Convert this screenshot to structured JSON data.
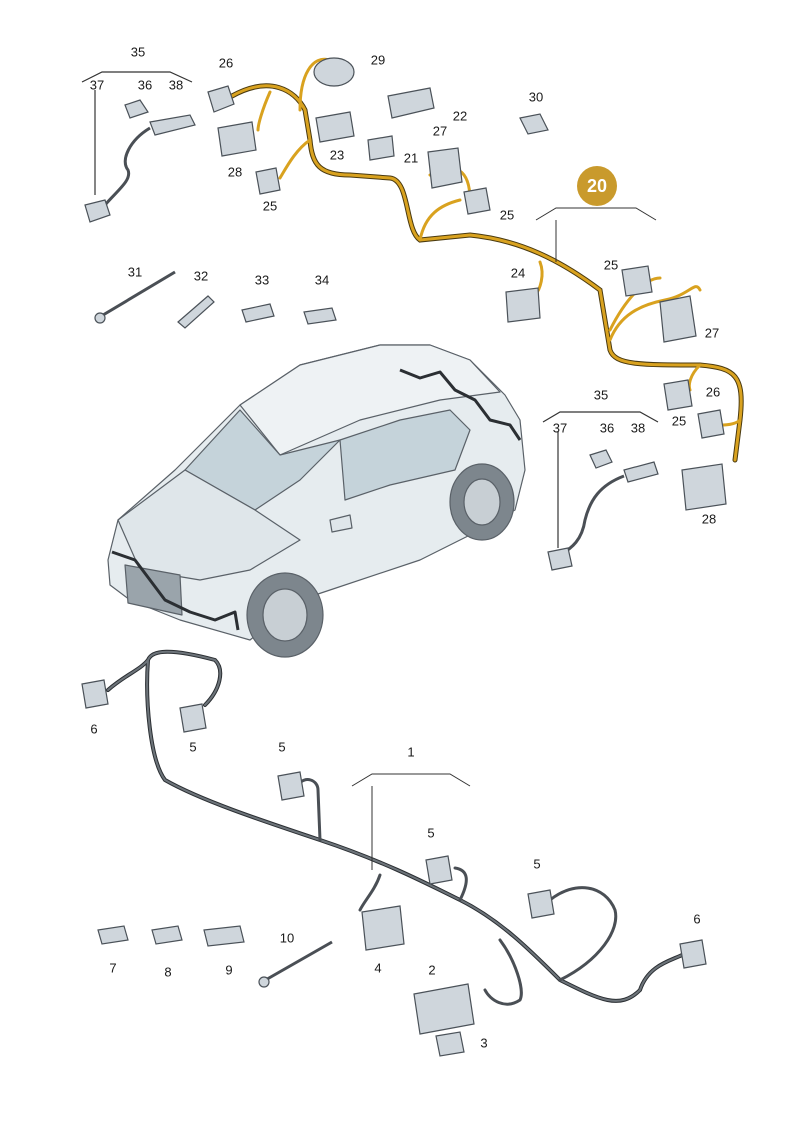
{
  "colors": {
    "highlight_harness": "#d9a21f",
    "highlight_badge": "#c99a2c",
    "harness": "#4a4f55",
    "part_fill": "#cfd6dc",
    "part_stroke": "#4b5259",
    "car_body": "#e6ecef",
    "car_glass": "#c5d3da",
    "line": "#333333"
  },
  "badge": {
    "text": "20"
  },
  "labels": {
    "l1": "1",
    "l2": "2",
    "l3": "3",
    "l4": "4",
    "l5a": "5",
    "l5b": "5",
    "l5c": "5",
    "l5d": "5",
    "l6a": "6",
    "l6b": "6",
    "l7": "7",
    "l8": "8",
    "l9": "9",
    "l10": "10",
    "l21": "21",
    "l22": "22",
    "l23": "23",
    "l24": "24",
    "l25a": "25",
    "l25b": "25",
    "l25c": "25",
    "l25d": "25",
    "l26a": "26",
    "l26b": "26",
    "l27a": "27",
    "l27b": "27",
    "l28a": "28",
    "l28b": "28",
    "l29": "29",
    "l30": "30",
    "l31": "31",
    "l32": "32",
    "l33": "33",
    "l34": "34",
    "l35a": "35",
    "l35b": "35",
    "l36a": "36",
    "l36b": "36",
    "l37a": "37",
    "l37b": "37",
    "l38a": "38",
    "l38b": "38"
  },
  "icons": {
    "connector": "plug-connector-icon",
    "sensor": "parking-sensor-icon",
    "clip": "cable-clip-icon",
    "tie": "cable-tie-icon"
  }
}
